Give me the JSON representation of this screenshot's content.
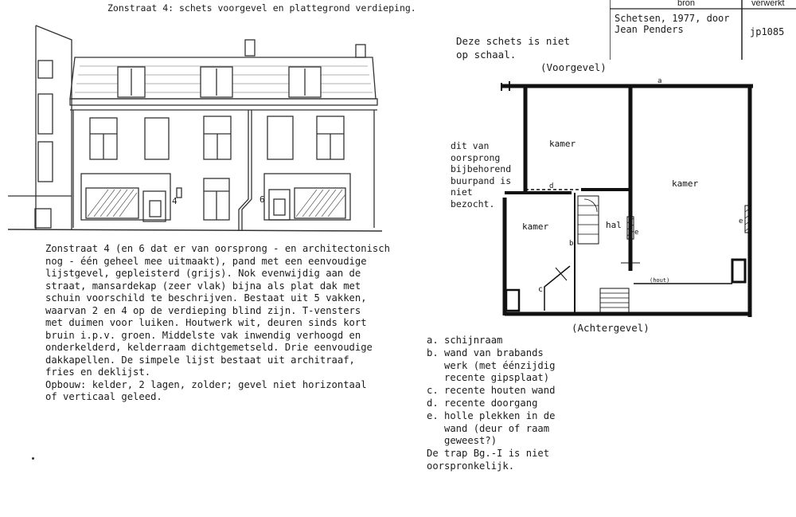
{
  "title": "Zonstraat 4: schets voorgevel en plattegrond verdieping.",
  "header": {
    "col_bron": "bron",
    "col_verwerkt": "verwerkt",
    "bron_value": "Schetsen, 1977, door\nJean Penders",
    "verwerkt_value": "jp1085"
  },
  "scale_note": "Deze schets is niet\nop schaal.",
  "plan": {
    "voorgevel_label": "(Voorgevel)",
    "achtergevel_label": "(Achtergevel)",
    "side_note": "dit van\noorsprong\nbijbehorend\nbuurpand is\nniet\nbezocht.",
    "rooms": [
      "kamer",
      "kamer",
      "kamer",
      "hal"
    ],
    "hout_label": "(hout)",
    "markers": [
      "a",
      "b",
      "c",
      "d",
      "e",
      "e"
    ]
  },
  "description": "Zonstraat 4 (en 6 dat er van oorsprong - en architectonisch\nnog - één geheel mee uitmaakt), pand met een eenvoudige\nlijstgevel, gepleisterd (grijs). Nok evenwijdig aan de\nstraat, mansardekap (zeer vlak) bijna als plat dak met\nschuin voorschild te beschrijven. Bestaat uit 5 vakken,\nwaarvan 2 en 4 op de verdieping blind zijn. T-vensters\nmet duimen voor luiken. Houtwerk wit, deuren sinds kort\nbruin i.p.v. groen. Middelste vak inwendig verhoogd en\nonderkelderd, kelderraam dichtgemetseld. Drie eenvoudige\ndakkapellen. De simpele lijst bestaat uit architraaf,\nfries en deklijst.\nOpbouw: kelder, 2 lagen, zolder; gevel niet horizontaal\nof verticaal geleed.",
  "legend": "a. schijnraam\nb. wand van brabands\n   werk (met éénzijdig\n   recente gipsplaat)\nc. recente houten wand\nd. recente doorgang\ne. holle plekken in de\n   wand (deur of raam\n   geweest?)\nDe trap Bg.-I is niet\noorspronkelijk.",
  "facade_labels": [
    "4",
    "6"
  ]
}
